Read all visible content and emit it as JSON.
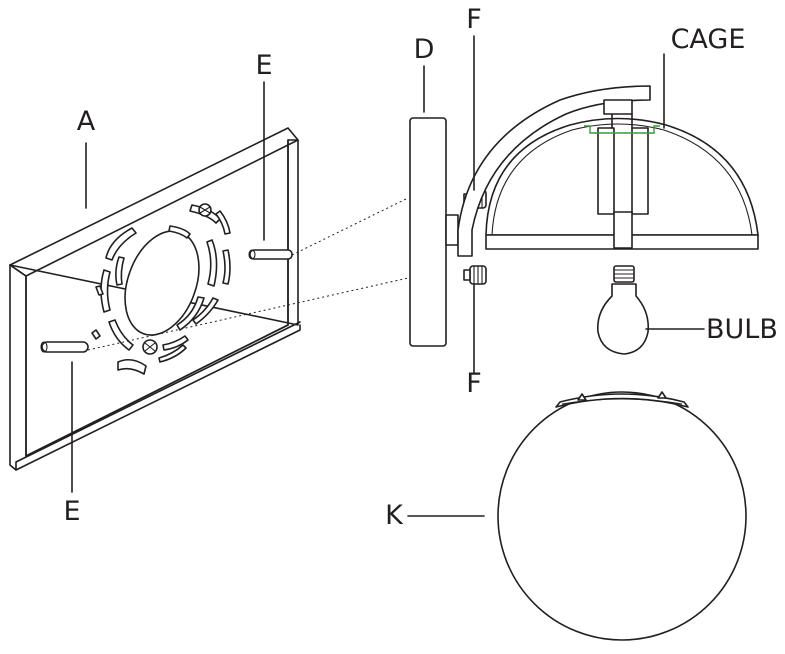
{
  "labels": {
    "a": "A",
    "e_top": "E",
    "e_bottom": "E",
    "d": "D",
    "f_top": "F",
    "f_bottom": "F",
    "cage": "CAGE",
    "bulb": "BULB",
    "k": "K"
  },
  "colors": {
    "line": "#231f20",
    "accent": "#3a9a3a",
    "background": "#ffffff"
  }
}
